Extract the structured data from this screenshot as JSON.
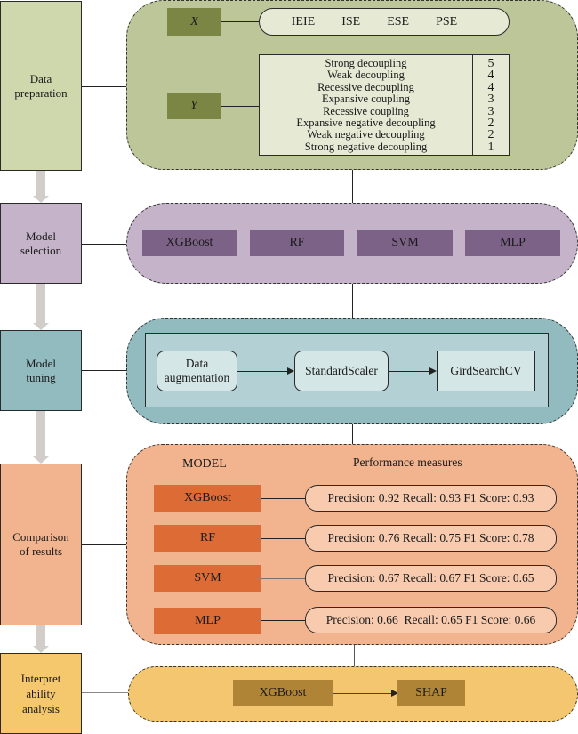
{
  "colors": {
    "data_prep_stage": "#cfd7ad",
    "data_prep_panel": "#bdc698",
    "data_prep_box": "#7b8544",
    "data_prep_light": "#e6e9d4",
    "model_sel_stage": "#c5b4c9",
    "model_sel_panel": "#c5b4c9",
    "model_sel_box": "#7d6288",
    "tuning_stage": "#92bbc0",
    "tuning_panel": "#92bbc0",
    "tuning_inner": "#b3d0d4",
    "tuning_box": "#d5e6e7",
    "comparison_stage": "#f2b48e",
    "comparison_panel": "#f2b48e",
    "comparison_box": "#dc6b36",
    "comparison_pill": "#f8cbaf",
    "interpret_stage": "#f5c86d",
    "interpret_panel": "#f3c66f",
    "interpret_box": "#b08437",
    "flow_arrow": "#d2ccca"
  },
  "stages": [
    {
      "id": "data-preparation",
      "label_lines": [
        "Data",
        "preparation"
      ]
    },
    {
      "id": "model-selection",
      "label_lines": [
        "Model",
        "selection"
      ]
    },
    {
      "id": "model-tuning",
      "label_lines": [
        "Model",
        "tuning"
      ]
    },
    {
      "id": "comparison-of-results",
      "label_lines": [
        "Comparison",
        "of results"
      ]
    },
    {
      "id": "interpretability-analysis",
      "label_lines": [
        "Interpret",
        "ability",
        "analysis"
      ]
    }
  ],
  "data_preparation": {
    "x_label": "X",
    "y_label": "Y",
    "x_variables": [
      "IEIE",
      "ISE",
      "ESE",
      "PSE"
    ],
    "y_classes": [
      {
        "label": "Strong decoupling",
        "value": "5"
      },
      {
        "label": "Weak decoupling",
        "value": "4"
      },
      {
        "label": "Recessive decoupling",
        "value": "4"
      },
      {
        "label": "Expansive coupling",
        "value": "3"
      },
      {
        "label": "Recessive coupling",
        "value": "3"
      },
      {
        "label": "Expansive negative decoupling",
        "value": "2"
      },
      {
        "label": "Weak negative decoupling",
        "value": "2"
      },
      {
        "label": "Strong negative decoupling",
        "value": "1"
      }
    ]
  },
  "model_selection": {
    "models": [
      "XGBoost",
      "RF",
      "SVM",
      "MLP"
    ]
  },
  "model_tuning": {
    "steps": [
      "Data augmentation",
      "StandardScaler",
      "GirdSearchCV"
    ],
    "step1_lines": [
      "Data",
      "augmentation"
    ]
  },
  "comparison": {
    "model_header": "MODEL",
    "measures_header": "Performance measures",
    "rows": [
      {
        "model": "XGBoost",
        "measures": "Precision: 0.92 Recall: 0.93 F1 Score: 0.93"
      },
      {
        "model": "RF",
        "measures": "Precision: 0.76 Recall: 0.75 F1 Score: 0.78"
      },
      {
        "model": "SVM",
        "measures": "Precision: 0.67 Recall: 0.67 F1 Score: 0.65"
      },
      {
        "model": "MLP",
        "measures": "Precision: 0.66  Recall: 0.65 F1 Score: 0.66"
      }
    ]
  },
  "interpretability": {
    "model": "XGBoost",
    "method": "SHAP"
  }
}
